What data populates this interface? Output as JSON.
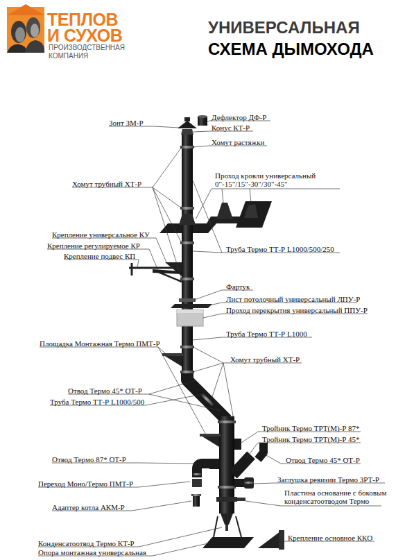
{
  "diagram": {
    "title": "УНИВЕРСАЛЬНАЯ СХЕМА ДЫМОХОДА",
    "labels": [
      "ТЕПЛОВ И СУХОВ",
      "ПРОИЗВОДСТВЕННАЯ КОМПАНИЯ",
      "Зонт ЗМ-Р",
      "Дефлектор ДФ-Р",
      "Конус КТ-Р",
      "Хомут растяжки",
      "Проход кровли универсальный 0\"-15\"/15\"-30\"/30\"-45\"",
      "Хомут трубный ХТ-Р",
      "Крепление универсальное КУ",
      "Крепление регулируемое КР",
      "Крепление подвес КП",
      "Труба Термо ТТ-Р L1000/500/250",
      "Фартук",
      "Лист потолочный универсальный ЛПУ-Р",
      "Проход перекрытия универсальный ППУ-Р",
      "Труба Термо ТТ-Р L1000",
      "Площадка Монтажная Термо ПМТ-Р",
      "Хомут трубный ХТ-Р",
      "Отвод Термо 45* ОТ-Р",
      "Труба Термо ТТ-Р L1000/500",
      "Тройник Термо ТРТ(М)-Р 87*",
      "Тройник Термо ТРТ(М)-Р 45*",
      "Отвод Термо 87* ОТ-Р",
      "Отвод Термо 45* ОТ-Р",
      "Переход Моно/Термо ПМТ-Р",
      "Заглушка ревизии Термо ЗРТ-Р",
      "Адаптер котла АКМ-Р",
      "Пластина основание с боковым конденсатоотводом Термо",
      "Конденсатоотвод Термо КТ-Р",
      "Опора монтажная универсальная",
      "Крепление основное ККО"
    ]
  }
}
